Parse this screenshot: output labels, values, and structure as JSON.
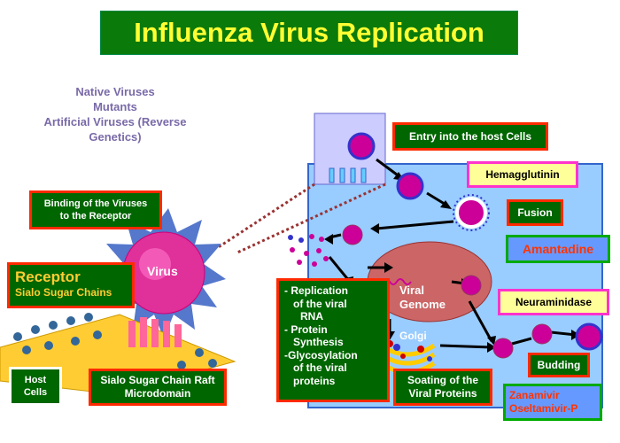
{
  "title": "Influenza Virus Replication",
  "native_viruses": [
    "Native Viruses",
    "Mutants",
    "Artificial Viruses (Reverse",
    "Genetics)"
  ],
  "labels": {
    "binding": [
      "Binding of the Viruses",
      "to the Receptor"
    ],
    "receptor_title": "Receptor",
    "receptor_sub": "Sialo Sugar Chains",
    "virus": "Virus",
    "host_cells": [
      "Host",
      "Cells"
    ],
    "raft": [
      "Sialo Sugar Chain Raft",
      "Microdomain"
    ],
    "entry": "Entry into the host Cells",
    "hemagglutinin": "Hemagglutinin",
    "fusion": "Fusion",
    "amantadine": "Amantadine",
    "viral_genome": [
      "Viral",
      "Genome"
    ],
    "neuraminidase": "Neuraminidase",
    "replication": [
      "- Replication",
      "of the viral",
      "RNA",
      "- Protein",
      "Synthesis",
      "-Glycosylation",
      "of the viral",
      "proteins"
    ],
    "golgi": "Golgi",
    "coating": [
      "Soating of the",
      "Viral Proteins"
    ],
    "budding": "Budding",
    "drugs": [
      "Zanamivir",
      "Oseltamivir-P"
    ]
  },
  "colors": {
    "title_bg": "#0a7a0a",
    "title_text": "#ffff33",
    "box_green": "#006600",
    "box_border": "#ff2a00",
    "cell": "#99ccff",
    "virus": "#cc0099",
    "drug_red": "#ff3300"
  }
}
